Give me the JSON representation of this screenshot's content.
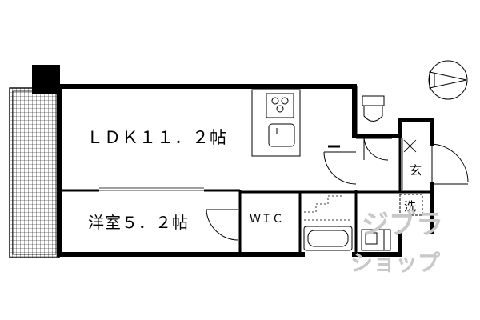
{
  "floorplan": {
    "rooms": {
      "ldk": "ＬＤＫ１１．２帖",
      "western_room": "洋室５．２帖",
      "wic": "ＷＩＣ",
      "entrance": "玄",
      "laundry": "洗"
    },
    "watermark": {
      "line1": "ジブラ",
      "line2": "ショップ"
    }
  }
}
